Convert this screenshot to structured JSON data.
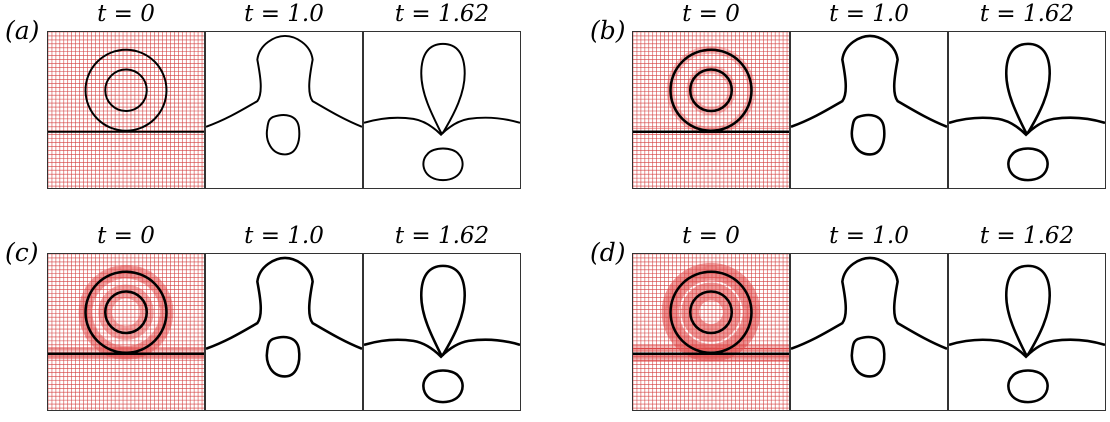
{
  "groups": [
    {
      "label": "(a)",
      "times": [
        "t = 0",
        "t = 1.0",
        "t = 1.62"
      ],
      "mesh_level": 1
    },
    {
      "label": "(b)",
      "times": [
        "t = 0",
        "t = 1.0",
        "t = 1.62"
      ],
      "mesh_level": 2
    },
    {
      "label": "(c)",
      "times": [
        "t = 0",
        "t = 1.0",
        "t = 1.62"
      ],
      "mesh_level": 3
    },
    {
      "label": "(d)",
      "times": [
        "t = 0",
        "t = 1.0",
        "t = 1.62"
      ],
      "mesh_level": 4
    }
  ],
  "colors": {
    "mesh": "#cc1e1e",
    "mesh_dense": "#e04a4a",
    "interface": "#000000",
    "border": "#333333"
  }
}
